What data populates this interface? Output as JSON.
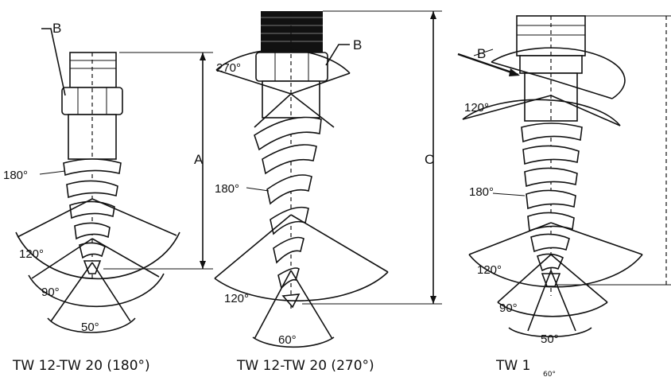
{
  "nozzles": [
    {
      "caption": "TW 12-TW 20 (180°)",
      "label_b": "B",
      "label_a": "A",
      "spiral_angle": "180°",
      "angles": [
        "120°",
        "90°",
        "50°"
      ]
    },
    {
      "caption": "TW 12-TW 20 (270°)",
      "label_b": "B",
      "label_c": "C",
      "spiral_angle": "270°",
      "spiral_angle_2": "180°",
      "angles": [
        "120°",
        "60°"
      ]
    },
    {
      "caption": "TW 1",
      "caption_sub": "60°",
      "label_b": "B",
      "spiral_angle": "180°",
      "angles": [
        "120°",
        "120°",
        "90°",
        "50°"
      ]
    }
  ]
}
